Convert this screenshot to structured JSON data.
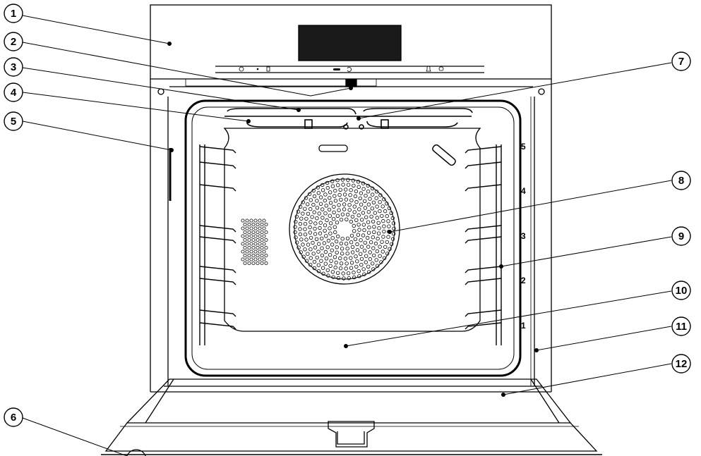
{
  "callouts": [
    {
      "number": "1"
    },
    {
      "number": "2"
    },
    {
      "number": "3"
    },
    {
      "number": "4"
    },
    {
      "number": "5"
    },
    {
      "number": "6"
    },
    {
      "number": "7"
    },
    {
      "number": "8"
    },
    {
      "number": "9"
    },
    {
      "number": "10"
    },
    {
      "number": "11"
    },
    {
      "number": "12"
    }
  ],
  "shelf_levels": [
    "5",
    "4",
    "3",
    "2",
    "1"
  ]
}
